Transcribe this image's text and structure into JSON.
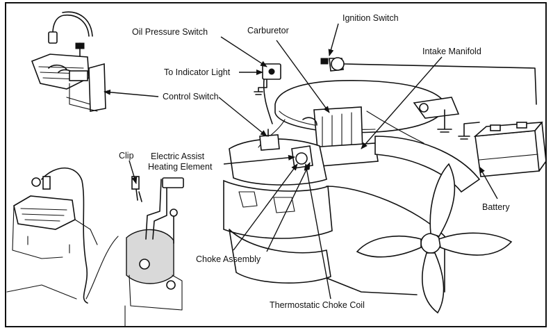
{
  "labels": {
    "ignition_switch": "Ignition Switch",
    "oil_pressure_switch": "Oil Pressure Switch",
    "carburetor": "Carburetor",
    "intake_manifold": "Intake Manifold",
    "to_indicator_light": "To Indicator Light",
    "control_switch": "Control Switch",
    "clip": "Clip",
    "electric_assist_line1": "Electric Assist",
    "electric_assist_line2": "Heating Element",
    "battery": "Battery",
    "choke_assembly": "Choke Assembly",
    "thermostatic_choke_coil": "Thermostatic Choke Coil"
  }
}
